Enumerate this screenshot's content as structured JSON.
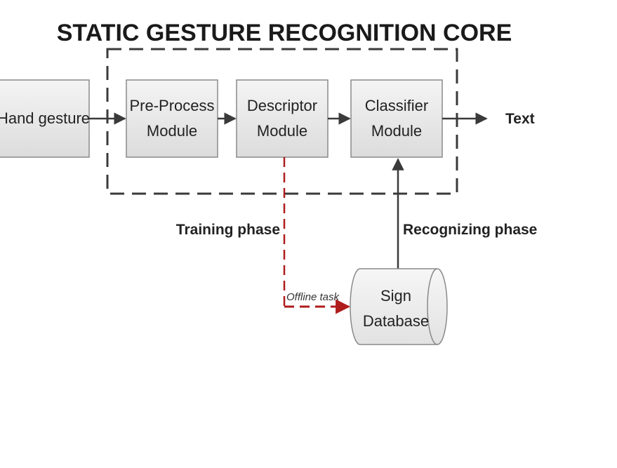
{
  "diagram": {
    "title": "STATIC GESTURE RECOGNITION CORE",
    "input_node": "Hand gesture",
    "output_node": "Text",
    "modules": [
      {
        "line1": "Pre-Process",
        "line2": "Module"
      },
      {
        "line1": "Descriptor",
        "line2": "Module"
      },
      {
        "line1": "Classifier",
        "line2": "Module"
      }
    ],
    "database": {
      "line1": "Sign",
      "line2": "Database"
    },
    "training_label": "Training phase",
    "recognizing_label": "Recognizing phase",
    "offline_label": "Offline task",
    "colors": {
      "box_fill_top": "#f4f4f4",
      "box_fill_bottom": "#dcdcdc",
      "box_stroke": "#8a8a8a",
      "arrow": "#3a3a3a",
      "dashed_frame": "#3a3a3a",
      "training_path": "#b01c1c"
    }
  }
}
